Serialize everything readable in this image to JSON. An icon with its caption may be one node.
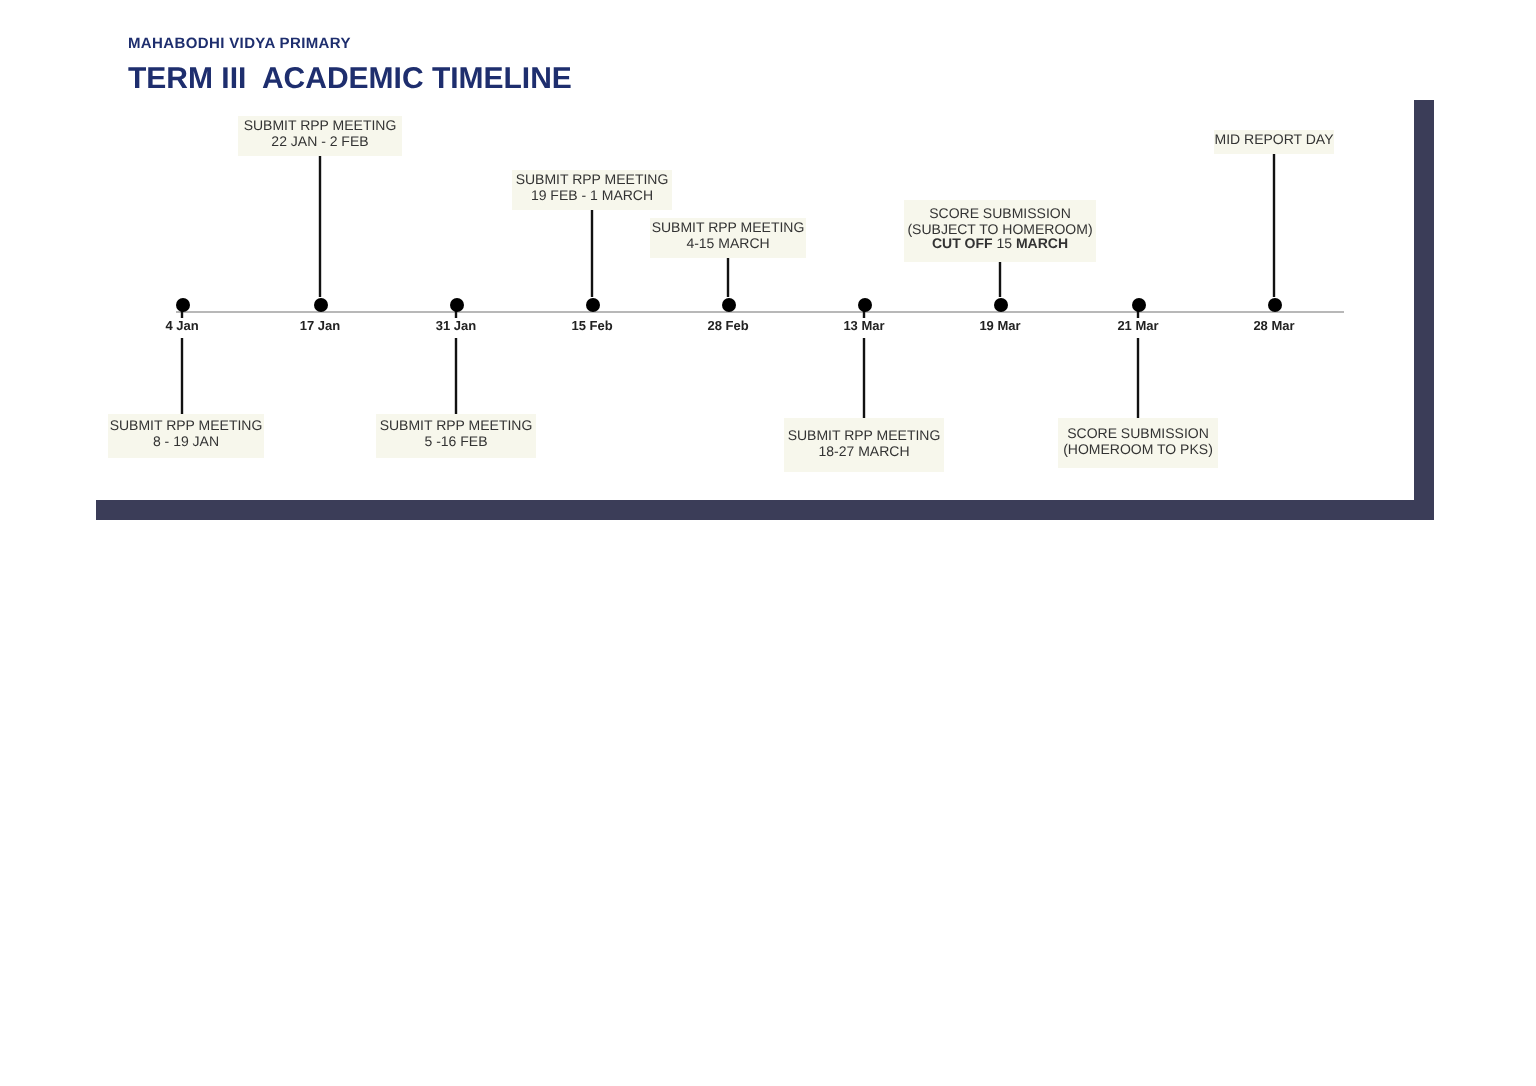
{
  "diagram": {
    "title": "TERM III  ACADEMIC TIMELINE",
    "nodes": [
      {
        "text": [],
        "shape": "circle",
        "beside": [
          "4 Jan"
        ]
      },
      {
        "text": [],
        "shape": "circle",
        "beside": [
          "17 Jan"
        ]
      },
      {
        "text": [],
        "shape": "circle",
        "beside": [
          "31 Jan"
        ]
      },
      {
        "text": [],
        "shape": "circle",
        "beside": [
          "15 Feb"
        ]
      },
      {
        "text": [],
        "shape": "circle",
        "beside": [
          "28 Feb"
        ]
      },
      {
        "text": [],
        "shape": "circle",
        "beside": [
          "13 Mar"
        ]
      },
      {
        "text": [],
        "shape": "circle",
        "beside": [
          "19 Mar"
        ]
      },
      {
        "text": [],
        "shape": "circle",
        "beside": [
          "21 Mar"
        ]
      },
      {
        "text": [],
        "shape": "circle",
        "beside": [
          "28 Mar"
        ]
      },
      {
        "text": [
          "SUBMIT RPP MEETING",
          "8 - 19 JAN"
        ]
      },
      {
        "text": [
          "SUBMIT RPP MEETING",
          "22 JAN - 2 FEB"
        ]
      },
      {
        "text": [
          "SUBMIT RPP MEETING",
          "5 -16 FEB"
        ]
      },
      {
        "text": [
          "SUBMIT RPP MEETING",
          "19 FEB - 1 MARCH"
        ]
      },
      {
        "text": [
          "SUBMIT RPP MEETING",
          "4-15 MARCH"
        ]
      },
      {
        "text": [
          "SUBMIT RPP MEETING",
          "18-27 MARCH"
        ]
      },
      {
        "text": [
          "SCORE SUBMISSION (SUBJECT TO HOMEROOM)",
          "**CUT OFF** 15 **MARCH**"
        ]
      },
      {
        "text": [
          "SCORE SUBMISSION (HOMEROOM TO PKS)"
        ]
      },
      {
        "text": [
          "MID REPORT DAY"
        ]
      }
    ],
    "edges": [
      {
        "from": 9,
        "to": 0,
        "arrow": "none"
      },
      {
        "from": 10,
        "to": 1,
        "arrow": "none"
      },
      {
        "from": 11,
        "to": 2,
        "arrow": "none"
      },
      {
        "from": 12,
        "to": 3,
        "arrow": "none"
      },
      {
        "from": 13,
        "to": 4,
        "arrow": "none"
      },
      {
        "from": 14,
        "to": 5,
        "arrow": "none"
      },
      {
        "from": 15,
        "to": 6,
        "arrow": "none"
      },
      {
        "from": 16,
        "to": 7,
        "arrow": "none"
      },
      {
        "from": 17,
        "to": 8,
        "arrow": "none"
      }
    ],
    "labels": [
      "MAHABODHI VIDYA PRIMARY"
    ]
  }
}
